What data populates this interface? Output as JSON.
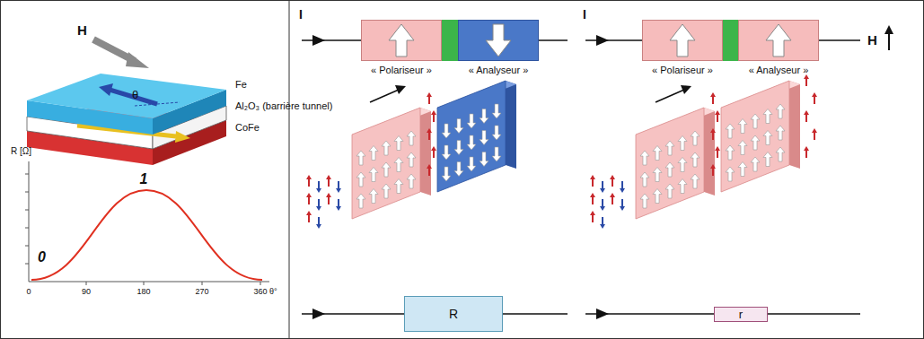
{
  "diagram": {
    "nodes": [
      {
        "text": [
          "« Polariseur »"
        ]
      },
      {
        "text": [
          "« Analyseur »"
        ]
      },
      {
        "text": [
          "R"
        ]
      },
      {
        "text": [
          "« Polariseur »"
        ]
      },
      {
        "text": [
          "« Analyseur »"
        ]
      },
      {
        "text": [
          "r"
        ]
      }
    ],
    "labels": [
      "H",
      "θ",
      "Fe",
      "Al₂O₃ (barrière tunnel)",
      "CoFe",
      "R [Ω]",
      "1",
      "0",
      "0",
      "90",
      "180",
      "270",
      "360",
      "θ°",
      "I",
      "I",
      "H"
    ]
  }
}
